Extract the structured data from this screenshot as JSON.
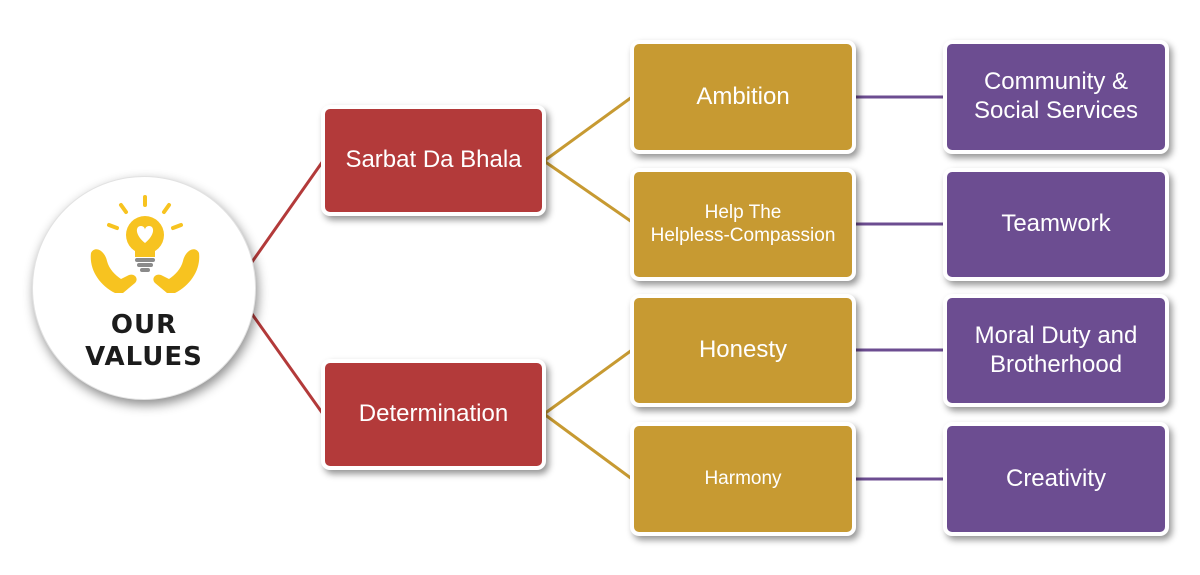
{
  "colors": {
    "level1_fill": "#b33a3a",
    "level2_fill": "#c79a32",
    "level3_fill": "#6c4d91",
    "accent_icon": "#f7c320",
    "link_red": "#b33a3a",
    "link_gold": "#c79a32",
    "link_purple": "#6c4d91"
  },
  "root": {
    "title": "OUR\nVALUES",
    "icon": "hands-lightbulb-heart-icon"
  },
  "branches": [
    {
      "label": "Sarbat Da Bhala",
      "children": [
        {
          "label": "Ambition",
          "leaf": "Community &\nSocial Services"
        },
        {
          "label": "Help The\nHelpless-Compassion",
          "leaf": "Teamwork"
        }
      ]
    },
    {
      "label": "Determination",
      "children": [
        {
          "label": "Honesty",
          "leaf": "Moral Duty and\nBrotherhood"
        },
        {
          "label": "Harmony",
          "leaf": "Creativity"
        }
      ]
    }
  ]
}
